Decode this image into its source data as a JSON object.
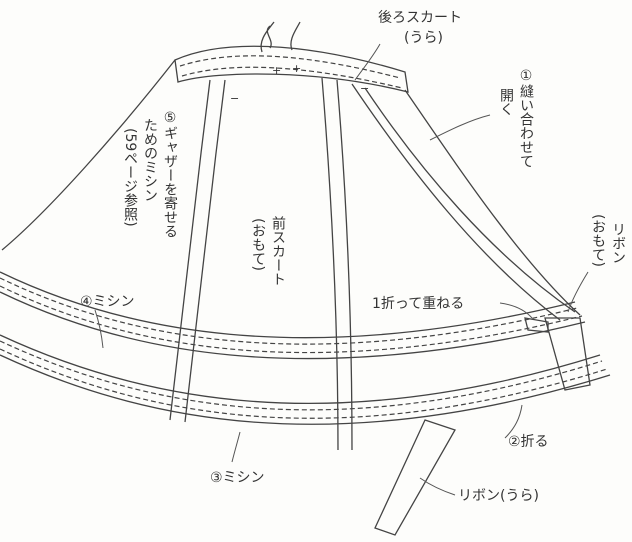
{
  "labels": {
    "back_skirt": "後ろスカート",
    "back_skirt_side": "(うら)",
    "step1_line1": "①縫い合わせて",
    "step1_line2": "開く",
    "front_skirt": "前スカート",
    "front_skirt_side": "(おもて)",
    "gather_line1": "⑤ギャザーを寄せる",
    "gather_line2": "ためのミシン",
    "gather_line3": "(59ページ参照)",
    "ribbon_front": "リボン",
    "ribbon_front_side": "(おもて)",
    "fold_overlap": "1折って重ねる",
    "step4": "④ミシン",
    "step2": "②折る",
    "step3": "③ミシン",
    "ribbon_back": "リボン(うら)"
  },
  "icons": [
    "gather-thread-icon",
    "plus-mark-icon",
    "minus-mark-icon"
  ]
}
